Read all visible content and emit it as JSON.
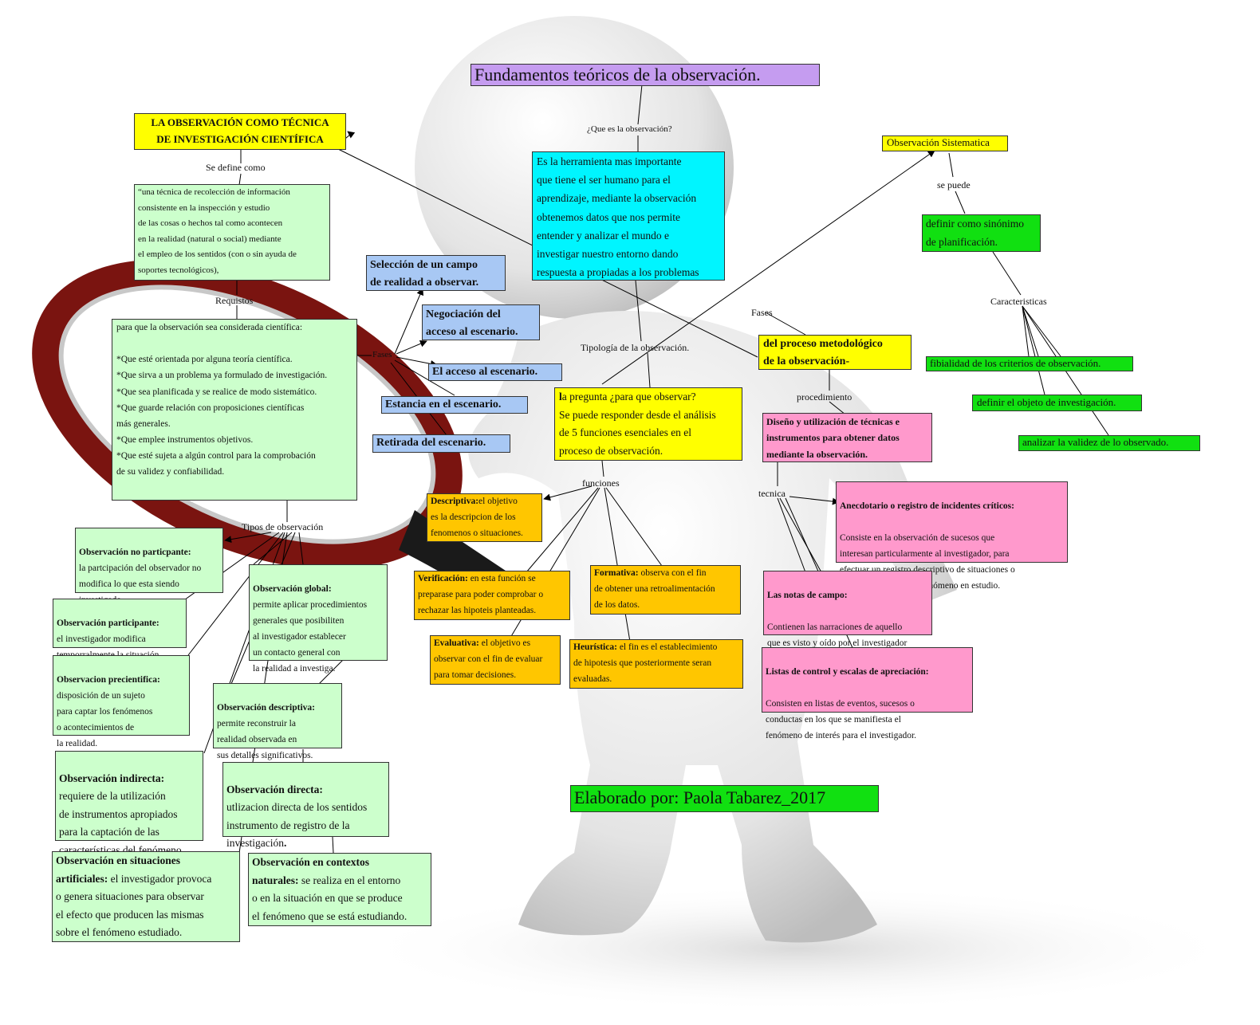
{
  "title": "Fundamentos teóricos de la observación.",
  "author_credit": "Elaborado por: Paola Tabarez_2017",
  "colors": {
    "title_bg": "#c59cf0",
    "light_green": "#ccffcc",
    "bright_green": "#11e011",
    "cyan": "#00f5ff",
    "yellow": "#ffff00",
    "blue": "#a8c8f4",
    "orange": "#ffc600",
    "pink": "#ff99cc"
  },
  "images": {
    "background": "white 3D figure holding a red magnifying glass"
  },
  "links": {
    "que_es": "¿Que es la observación?",
    "se_define": "Se define como",
    "requistos": "Requistos",
    "fases_left": "Fases",
    "tipos": "Tipos de observación",
    "tipologia": "Tipología de la observación.",
    "funciones": "funciones",
    "fases_right": "Fases",
    "procedimiento": "procedimiento",
    "tecnica": "tecnica",
    "se_puede": "se puede",
    "caracteristicas": "Caracteristicas"
  },
  "nodes": {
    "tecnica_investigacion": "LA OBSERVACIÓN COMO TÉCNICA\nDE INVESTIGACIÓN CIENTÍFICA",
    "definicion": "“una técnica de recolección de información\nconsistente  en la inspección y estudio\n de las cosas o hechos tal como acontecen\nen la realidad (natural o social)   mediante\nel empleo de los sentidos (con o sin ayuda de\nsoportes tecnológicos),",
    "requisitos": "para que la observación sea considerada científica:\n\n*Que esté orientada por alguna teoría científica.\n*Que sirva a un problema ya formulado de investigación.\n*Que sea planificada y se realice de modo sistemático.\n*Que guarde relación con proposiciones científicas\n más generales.\n*Que emplee instrumentos objetivos.\n*Que esté sujeta a algún control para la comprobación\n de su validez y confiabilidad.",
    "que_es_respuesta": "Es la herramienta mas importante\nque tiene el ser humano para el\naprendizaje, mediante la observación\nobtenemos datos que nos permite\nentender y analizar el mundo e\n investigar nuestro entorno dando\nrespuesta a propiadas a los problemas",
    "fase_1": "Selección de un campo\nde realidad a observar.",
    "fase_2": "Negociación del\nacceso al escenario.",
    "fase_3": "El acceso al escenario.",
    "fase_4": "Estancia en el escenario.",
    "fase_5": "Retirada del escenario.",
    "sistematica": "Observación Sistematica",
    "planificacion": "definir como sinónimo\nde planificación.",
    "caracteristica_1": "fibialidad de los criterios de observación.",
    "caracteristica_2": "definir el objeto de investigación.",
    "caracteristica_3": "analizar la validez de lo observado.",
    "proceso_metodologico": "del proceso metodológico\nde la observación-",
    "pregunta_prefix": "l",
    "pregunta": "a pregunta ¿para que observar?\nSe puede responder desde el análisis\nde 5  funciones esenciales en el\nproceso de observación.",
    "diseno": "Diseño y utilización de técnicas e\ninstrumentos para obtener datos\nmediante la observación.",
    "anecdotario_title": "Anecdotario o registro de  incidentes críticos:",
    "anecdotario_text": "Consiste en la observación de sucesos que\ninteresan particularmente al investigador, para\nefectuar un registro descriptivo de situaciones o\nanécdotas referidas al fenómeno en estudio.",
    "notas_title": "Las notas de campo:",
    "notas_text": " Contienen las narraciones de aquello\n que es visto y oído por el investigador\nen el escenario observado.",
    "listas_title": "Listas de control y escalas de apreciación:",
    "listas_text": " Consisten en listas de eventos, sucesos o\n conductas en los que se manifiesta el\nfenómeno de interés para el investigador.",
    "descriptiva_title": "Descriptiva:",
    "descriptiva_text": "el objetivo\nes la descripcion de los\nfenomenos o situaciones.",
    "verificacion_title": "Verificación:",
    "verificacion_text": " en esta función se\npreparase para poder comprobar o\nrechazar las hipoteis planteadas.",
    "formativa_title": "Formativa:",
    "formativa_text": " observa con el fin\nde obtener una retroalimentación\nde los datos.",
    "evaluativa_title": "Evaluativa:",
    "evaluativa_text": " el objetivo es\nobservar con el fin de evaluar\npara tomar decisiones.",
    "heuristica_title": "Heurística:",
    "heuristica_text": " el fin es el establecimiento\nde hipotesis que posteriormente seran\nevaluadas.",
    "no_participante_title": "Observación no particpante:",
    "no_participante_text": "la partcipación del observador no\nmodifica lo que esta siendo\ninvestigado.",
    "participante_title": "Observación participante:",
    "participante_text": "el investigador modifica\ntemporralmente la situación.",
    "global_title": "Observación global:",
    "global_text": "permite aplicar procedimientos\ngenerales que posibiliten\nal investigador establecer\n un contacto general con\nla realidad a investiga.",
    "precientifica_title": "Observacion precientifica:",
    "precientifica_text": "disposición de un sujeto\npara captar los fenómenos\n o acontecimientos de\nla realidad.",
    "descriptiva_obs_title": "Observación descriptiva:",
    "descriptiva_obs_text": "permite reconstruir la\nrealidad observada en\nsus detalles significativos.",
    "indirecta_title": "Observación indirecta:",
    "indirecta_text": "requiere de la utilización\nde instrumentos apropiados\n para la captación de las\ncaracterísticas del fenómeno.",
    "directa_title": "Observación directa:",
    "directa_text": "utlizacion directa de los sentidos\ninstrumento de registro de la\ninvestigación",
    "directa_period": ".",
    "artificiales_title": "Observación en situaciones\nartificiales:",
    "artificiales_text": " el investigador provoca\n o genera situaciones para observar\nel efecto que producen las mismas\n sobre el fenómeno estudiado.",
    "naturales_title": "Observación en contextos\nnaturales:",
    "naturales_text": " se realiza en el entorno\no en la situación en que se produce\nel fenómeno que se está estudiando."
  }
}
